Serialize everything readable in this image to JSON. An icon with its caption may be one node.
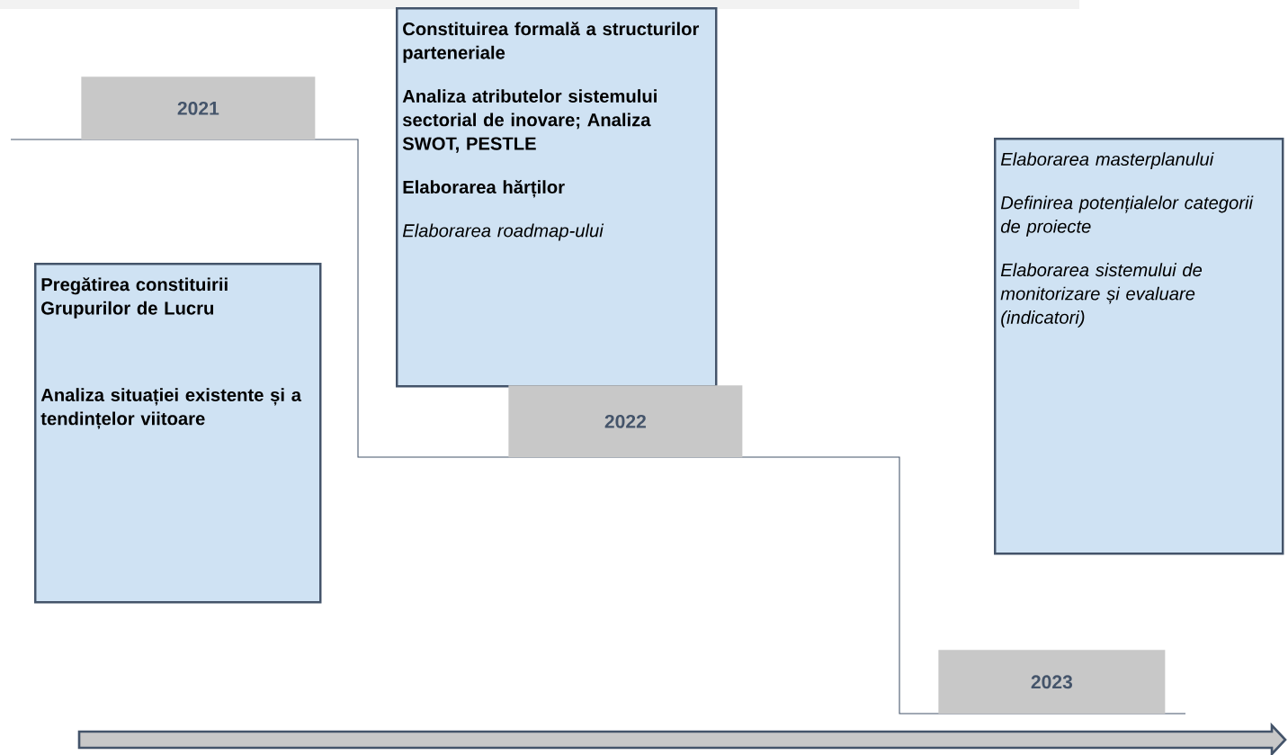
{
  "diagram": {
    "nodes": [
      {
        "text": [
          "2021"
        ]
      },
      {
        "text": [
          "Pregătirea constituirii Grupurilor de Lucru",
          "Analiza situației existente și a tendințelor viitoare"
        ]
      },
      {
        "text": [
          "Constituirea formală a structurilor parteneriale",
          "Analiza atributelor sistemului sectorial de inovare; Analiza SWOT, PESTLE",
          "Elaborarea hărților",
          "Elaborarea roadmap-ului"
        ]
      },
      {
        "text": [
          "2022"
        ]
      },
      {
        "text": [
          "Elaborarea masterplanului",
          "Definirea potențialelor categorii de proiecte",
          "Elaborarea sistemului de monitorizare și evaluare (indicatori)"
        ]
      },
      {
        "text": [
          "2023"
        ]
      }
    ]
  }
}
